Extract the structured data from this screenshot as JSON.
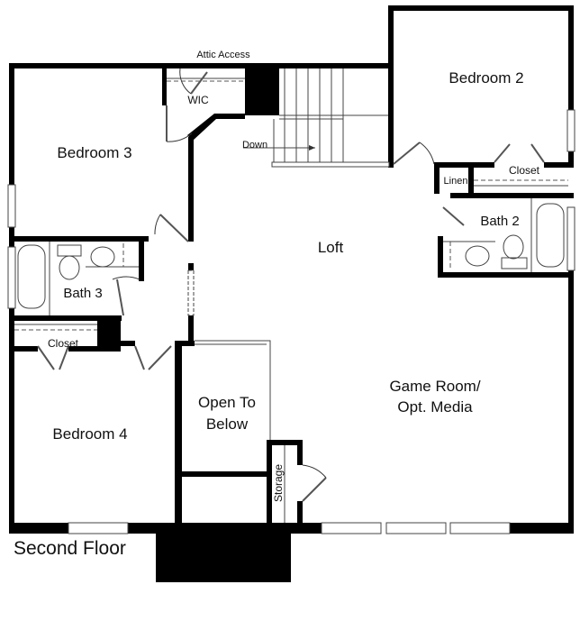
{
  "plan": {
    "title": "Second Floor",
    "rooms": {
      "bedroom2": "Bedroom 2",
      "bedroom3": "Bedroom 3",
      "bedroom4": "Bedroom 4",
      "wic": "WIC",
      "attic": "Attic Access",
      "stairs": "Down",
      "loft": "Loft",
      "closet2": "Closet",
      "linen": "Linen",
      "bath2": "Bath 2",
      "bath3": "Bath 3",
      "closet4": "Closet",
      "open_line1": "Open To",
      "open_line2": "Below",
      "storage": "Storage",
      "game_line1": "Game Room/",
      "game_line2": "Opt. Media"
    },
    "colors": {
      "wall": "#000000",
      "background": "#ffffff"
    }
  }
}
